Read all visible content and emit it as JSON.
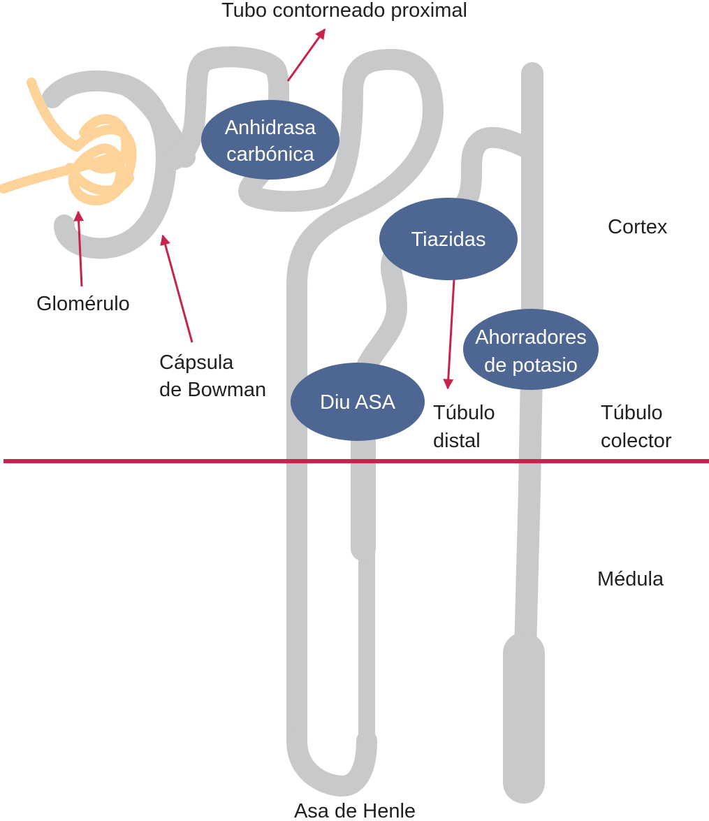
{
  "colors": {
    "tubule": "#c8c9cb",
    "glomerulus": "#fdd39a",
    "drug_ellipse": "#4d6692",
    "accent": "#c8234b",
    "text": "#231f20"
  },
  "labels": {
    "proximal_tubule": "Tubo contorneado proximal",
    "glomerulus": "Glomérulo",
    "bowman_line1": "Cápsula",
    "bowman_line2": "de Bowman",
    "cortex": "Cortex",
    "distal_line1": "Túbulo",
    "distal_line2": "distal",
    "collecting_line1": "Túbulo",
    "collecting_line2": "colector",
    "medulla": "Médula",
    "loop_of_henle": "Asa de Henle"
  },
  "drugs": {
    "carbonic_anhydrase_line1": "Anhidrasa",
    "carbonic_anhydrase_line2": "carbónica",
    "thiazides": "Tiazidas",
    "loop_diuretics": "Diu ASA",
    "potassium_sparing_line1": "Ahorradores",
    "potassium_sparing_line2": "de potasio"
  }
}
